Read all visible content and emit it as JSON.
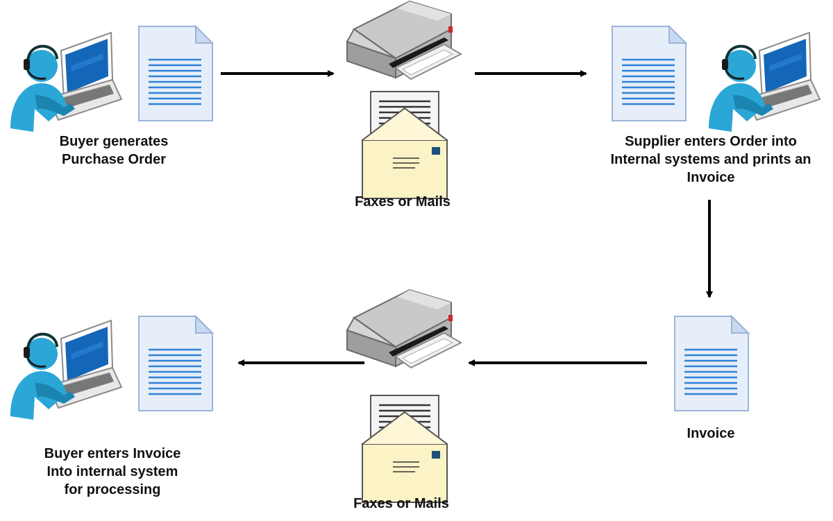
{
  "diagram": {
    "steps": {
      "buyer_generates": {
        "lines": [
          "Buyer generates",
          "Purchase Order"
        ]
      },
      "transmit_top": {
        "lines": [
          "Faxes or Mails"
        ]
      },
      "supplier_enters": {
        "lines": [
          "Supplier enters Order into",
          "Internal systems and prints an",
          "Invoice"
        ]
      },
      "invoice": {
        "lines": [
          "Invoice"
        ]
      },
      "transmit_bottom": {
        "lines": [
          "Faxes or Mails"
        ]
      },
      "buyer_enters": {
        "lines": [
          "Buyer enters Invoice",
          "Into internal system",
          "for processing"
        ]
      }
    },
    "colors": {
      "person": "#2aa7d6",
      "person_dark": "#1b84b0",
      "laptop_screen": "#1466b8",
      "document_fill": "#e6eef9",
      "document_lines": "#2f82d6",
      "printer_body": "#bdbdbd",
      "envelope": "#fbf3c5",
      "arrow": "#000000"
    },
    "icons": [
      "user-at-laptop-icon",
      "document-icon",
      "fax-machine-icon",
      "envelope-letter-icon"
    ]
  }
}
